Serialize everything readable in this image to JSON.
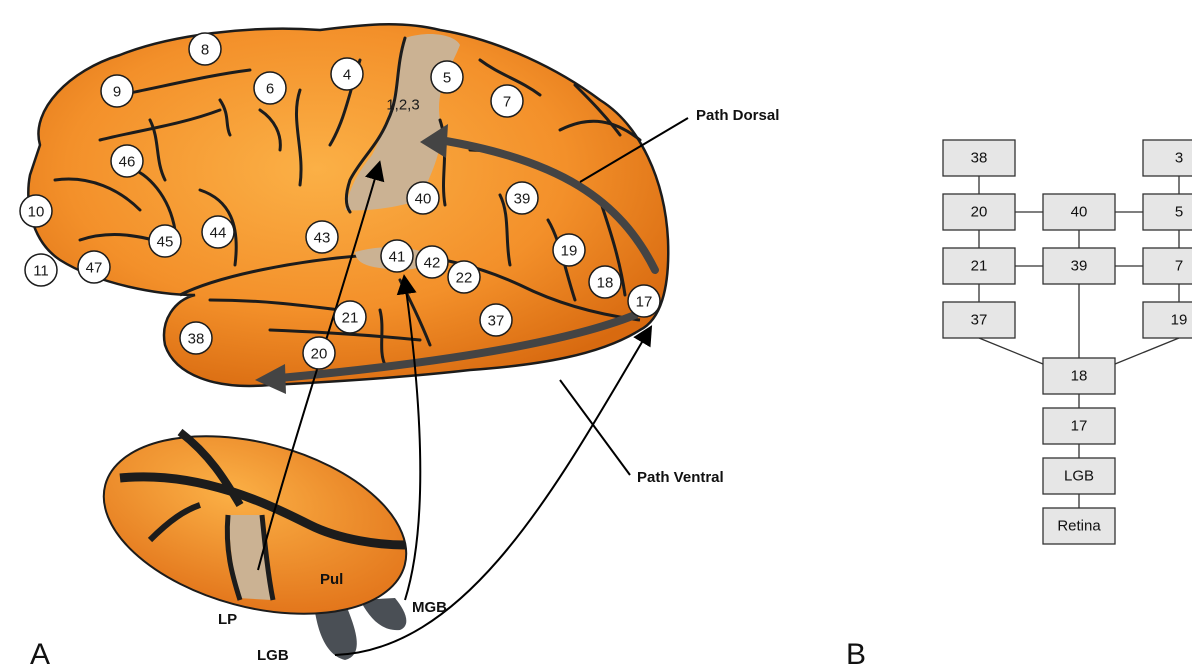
{
  "panels": {
    "a": "A",
    "b": "B"
  },
  "brain_areas": [
    "8",
    "9",
    "6",
    "4",
    "5",
    "7",
    "1,2,3",
    "46",
    "10",
    "40",
    "39",
    "43",
    "44",
    "45",
    "11",
    "47",
    "41",
    "42",
    "22",
    "19",
    "18",
    "17",
    "21",
    "37",
    "38",
    "20"
  ],
  "path_labels": {
    "dorsal": "Path Dorsal",
    "ventral": "Path Ventral"
  },
  "thalamus_labels": {
    "pul": "Pul",
    "lp": "LP",
    "mgb": "MGB",
    "lgb": "LGB"
  },
  "hierarchy_boxes": [
    "38",
    "20",
    "21",
    "37",
    "40",
    "39",
    "3",
    "5",
    "7",
    "19",
    "18",
    "17",
    "LGB",
    "Retina"
  ],
  "colors": {
    "cortex": "#f08a1e",
    "somatosensory": "#cbb293",
    "sulcus": "#1c1c1c",
    "box_fill": "#e6e6e6"
  }
}
